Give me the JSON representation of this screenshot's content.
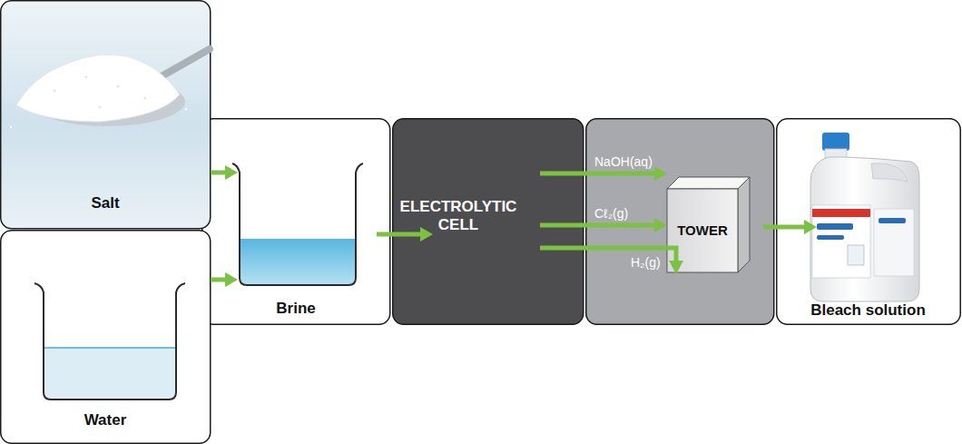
{
  "diagram": {
    "nodes": [
      {
        "text": [
          "Salt"
        ]
      },
      {
        "text": [
          "Water"
        ]
      },
      {
        "text": [
          "Brine"
        ]
      },
      {
        "text": [
          "ELECTROLYTIC CELL"
        ]
      },
      {
        "text": [
          "TOWER"
        ]
      },
      {
        "text": [
          "Bleach solution"
        ]
      }
    ],
    "edges": [
      {
        "from": 0,
        "to": 2,
        "arrow": "to"
      },
      {
        "from": 1,
        "to": 2,
        "arrow": "to"
      },
      {
        "from": 2,
        "to": 3,
        "arrow": "to"
      },
      {
        "from": 3,
        "to": 4,
        "arrow": "to",
        "label": "NaOH(aq)"
      },
      {
        "from": 3,
        "to": 4,
        "arrow": "to",
        "label": "Cℓ₂(g)"
      },
      {
        "from": 4,
        "to": 5,
        "arrow": "to"
      }
    ],
    "labels": [
      "H₂(g)"
    ]
  }
}
